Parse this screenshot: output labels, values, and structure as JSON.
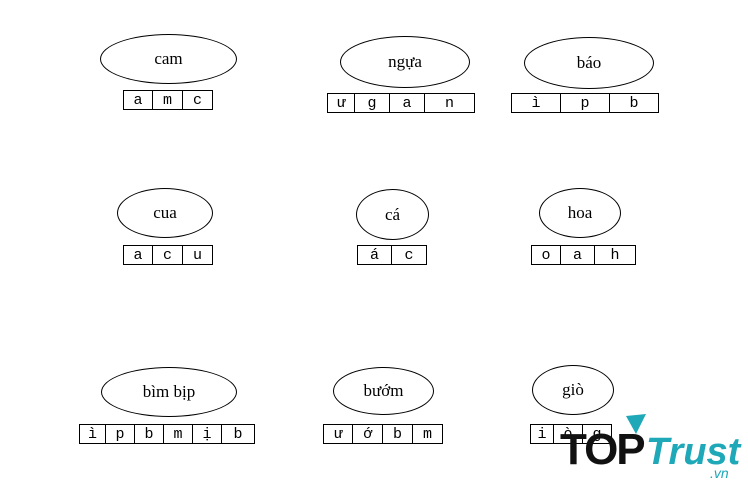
{
  "items": [
    {
      "word": "cam",
      "letters": [
        "a",
        "m",
        "c"
      ]
    },
    {
      "word": "ngựa",
      "letters": [
        "ư",
        "g",
        "a",
        "n"
      ]
    },
    {
      "word": "báo",
      "letters": [
        "ì",
        "p",
        "b"
      ]
    },
    {
      "word": "cua",
      "letters": [
        "a",
        "c",
        "u"
      ]
    },
    {
      "word": "cá",
      "letters": [
        "á",
        "c"
      ]
    },
    {
      "word": "hoa",
      "letters": [
        "o",
        "a",
        "h"
      ]
    },
    {
      "word": "bìm bịp",
      "letters": [
        "ì",
        "p",
        "b",
        "m",
        "ị",
        "b"
      ]
    },
    {
      "word": "bướm",
      "letters": [
        "ư",
        "ớ",
        "b",
        "m"
      ]
    },
    {
      "word": "giò",
      "letters": [
        "i",
        "ò",
        "g"
      ]
    }
  ],
  "logo": {
    "top": "TOP",
    "trust": "Trust",
    "tld": ".vn"
  },
  "colors": {
    "logo_dark": "#111111",
    "logo_teal": "#1fa8b8"
  }
}
